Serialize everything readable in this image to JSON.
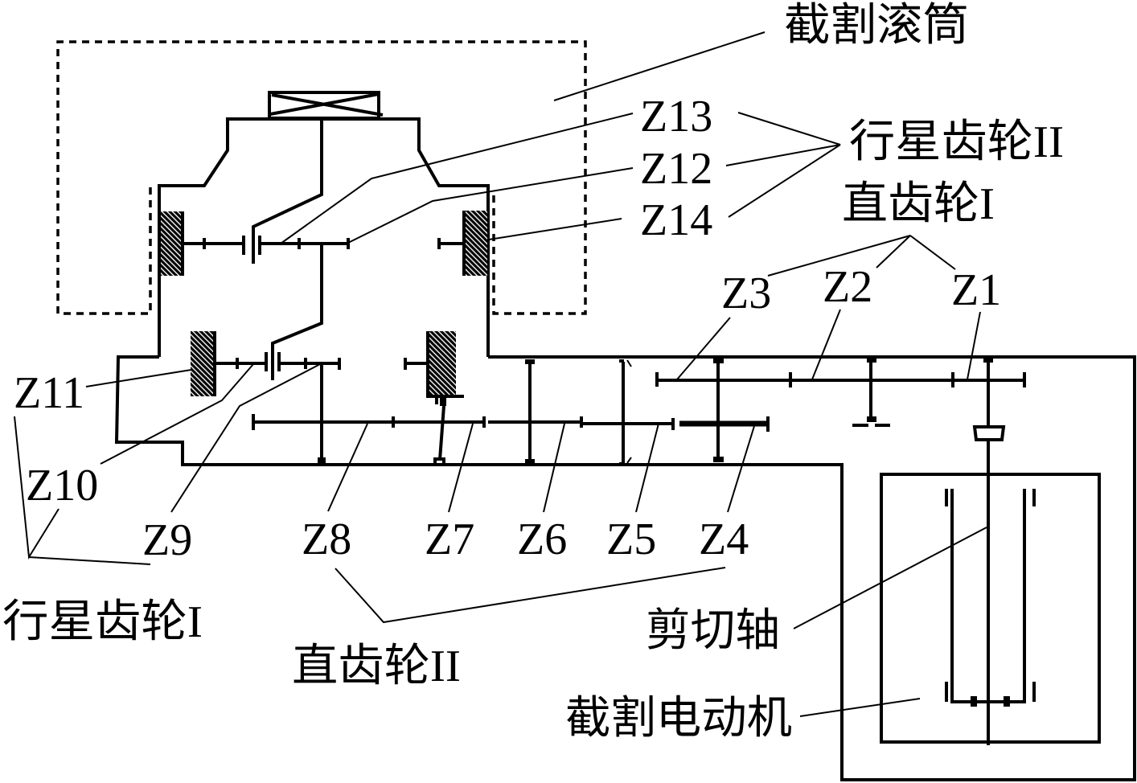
{
  "style": {
    "line_color": "#000000",
    "background": "#ffffff"
  },
  "labels": {
    "cutting_drum": "截割滚筒",
    "planetary_gear_2": {
      "label": "行星齿轮II",
      "gears": [
        "Z13",
        "Z12",
        "Z14"
      ]
    },
    "spur_gear_1": {
      "label": "直齿轮I",
      "gears": [
        "Z3",
        "Z2",
        "Z1"
      ]
    },
    "planetary_gear_1": {
      "label": "行星齿轮I",
      "gears": [
        "Z11",
        "Z10",
        "Z9"
      ]
    },
    "spur_gear_2": {
      "label": "直齿轮II",
      "gears": [
        "Z8",
        "Z7",
        "Z6",
        "Z5",
        "Z4"
      ]
    },
    "shear_shaft": "剪切轴",
    "cutting_motor": "截割电动机"
  }
}
